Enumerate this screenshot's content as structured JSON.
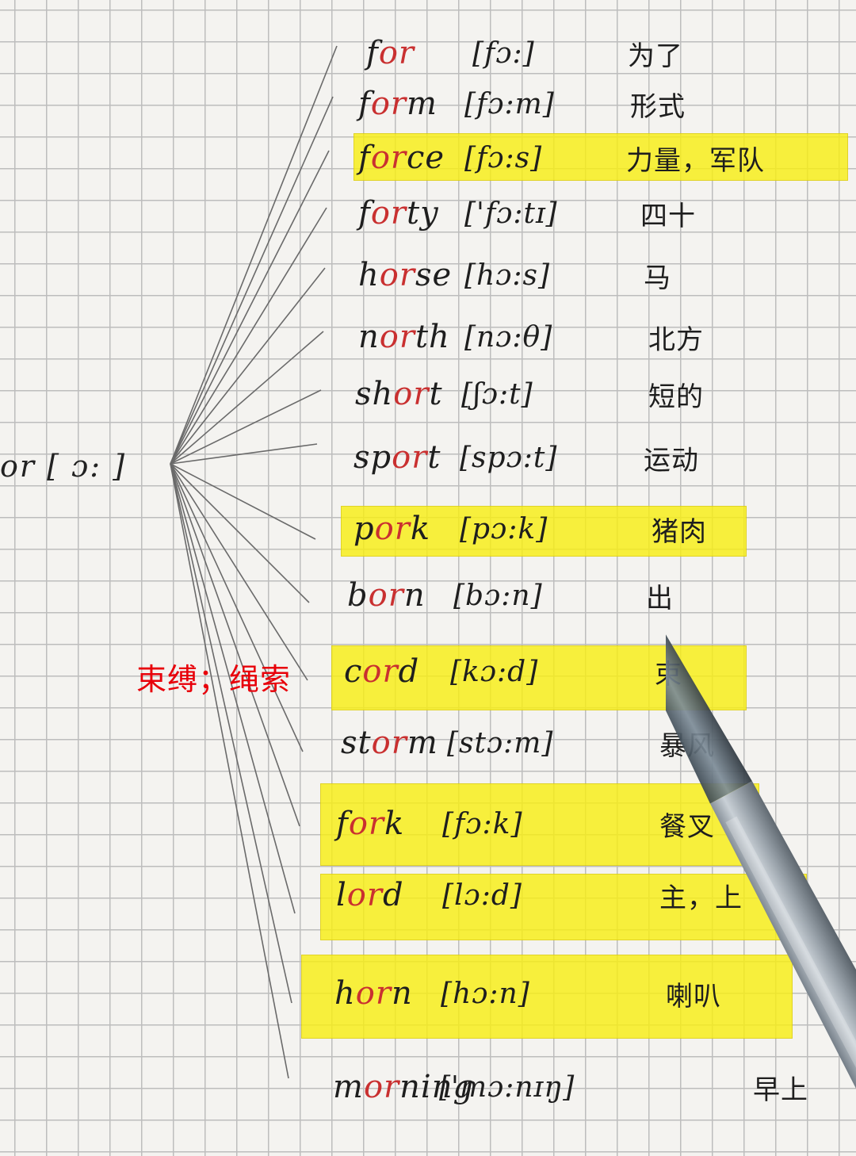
{
  "root": {
    "label": "or [ ɔ: ]"
  },
  "annotation": {
    "text": "束缚；绳索",
    "color": "#e8000a"
  },
  "highlight_color": "#f8ee14",
  "words": [
    {
      "prefix": "f",
      "vowel": "or",
      "suffix": "",
      "ipa": "[fɔ:]",
      "meaning": "为了",
      "highlighted": false
    },
    {
      "prefix": "f",
      "vowel": "or",
      "suffix": "m",
      "ipa": "[fɔ:m]",
      "meaning": "形式",
      "highlighted": false
    },
    {
      "prefix": "f",
      "vowel": "or",
      "suffix": "ce",
      "ipa": "[fɔ:s]",
      "meaning": "力量，军队",
      "highlighted": true
    },
    {
      "prefix": "f",
      "vowel": "or",
      "suffix": "ty",
      "ipa": "['fɔ:tɪ]",
      "meaning": "四十",
      "highlighted": false
    },
    {
      "prefix": "h",
      "vowel": "or",
      "suffix": "se",
      "ipa": "[hɔ:s]",
      "meaning": "马",
      "highlighted": false
    },
    {
      "prefix": "n",
      "vowel": "or",
      "suffix": "th",
      "ipa": "[nɔ:θ]",
      "meaning": "北方",
      "highlighted": false
    },
    {
      "prefix": "sh",
      "vowel": "or",
      "suffix": "t",
      "ipa": "[ʃɔ:t]",
      "meaning": "短的",
      "highlighted": false
    },
    {
      "prefix": "sp",
      "vowel": "or",
      "suffix": "t",
      "ipa": "[spɔ:t]",
      "meaning": "运动",
      "highlighted": false
    },
    {
      "prefix": "p",
      "vowel": "or",
      "suffix": "k",
      "ipa": "[pɔ:k]",
      "meaning": "猪肉",
      "highlighted": true
    },
    {
      "prefix": "b",
      "vowel": "or",
      "suffix": "n",
      "ipa": "[bɔ:n]",
      "meaning": "出",
      "highlighted": false
    },
    {
      "prefix": "c",
      "vowel": "or",
      "suffix": "d",
      "ipa": "[kɔ:d]",
      "meaning": "束",
      "highlighted": true
    },
    {
      "prefix": "st",
      "vowel": "or",
      "suffix": "m",
      "ipa": "[stɔ:m]",
      "meaning": "暴风",
      "highlighted": false
    },
    {
      "prefix": "f",
      "vowel": "or",
      "suffix": "k",
      "ipa": "[fɔ:k]",
      "meaning": "餐叉",
      "highlighted": true
    },
    {
      "prefix": "l",
      "vowel": "or",
      "suffix": "d",
      "ipa": "[lɔ:d]",
      "meaning": "主，上",
      "highlighted": true
    },
    {
      "prefix": "h",
      "vowel": "or",
      "suffix": "n",
      "ipa": "[hɔ:n]",
      "meaning": "喇叭",
      "highlighted": true
    },
    {
      "prefix": "m",
      "vowel": "or",
      "suffix": "ning",
      "ipa": "['mɔ:nɪŋ]",
      "meaning": "早上",
      "highlighted": false
    }
  ]
}
